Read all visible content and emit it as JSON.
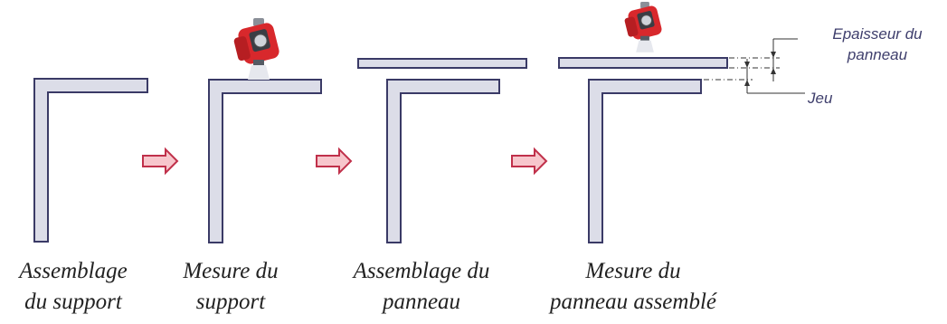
{
  "steps": [
    {
      "line1": "Assemblage",
      "line2": "du support"
    },
    {
      "line1": "Mesure du",
      "line2": "support"
    },
    {
      "line1": "Assemblage du",
      "line2": "panneau"
    },
    {
      "line1": "Mesure du",
      "line2": "panneau assemblé"
    }
  ],
  "annotations": {
    "thickness_line1": "Epaisseur du",
    "thickness_line2": "panneau",
    "gap": "Jeu"
  },
  "colors": {
    "part_fill": "#dcdde8",
    "part_stroke": "#3a3a66",
    "arrow_fill": "#f7c6cc",
    "arrow_stroke": "#c0304a",
    "sensor_red": "#d8282c",
    "dim_line": "#333333",
    "annotation_text": "#3e3e6c"
  },
  "icons": [
    "bracket-icon",
    "arrow-right-icon",
    "laser-sensor-icon",
    "panel-plate-icon"
  ]
}
